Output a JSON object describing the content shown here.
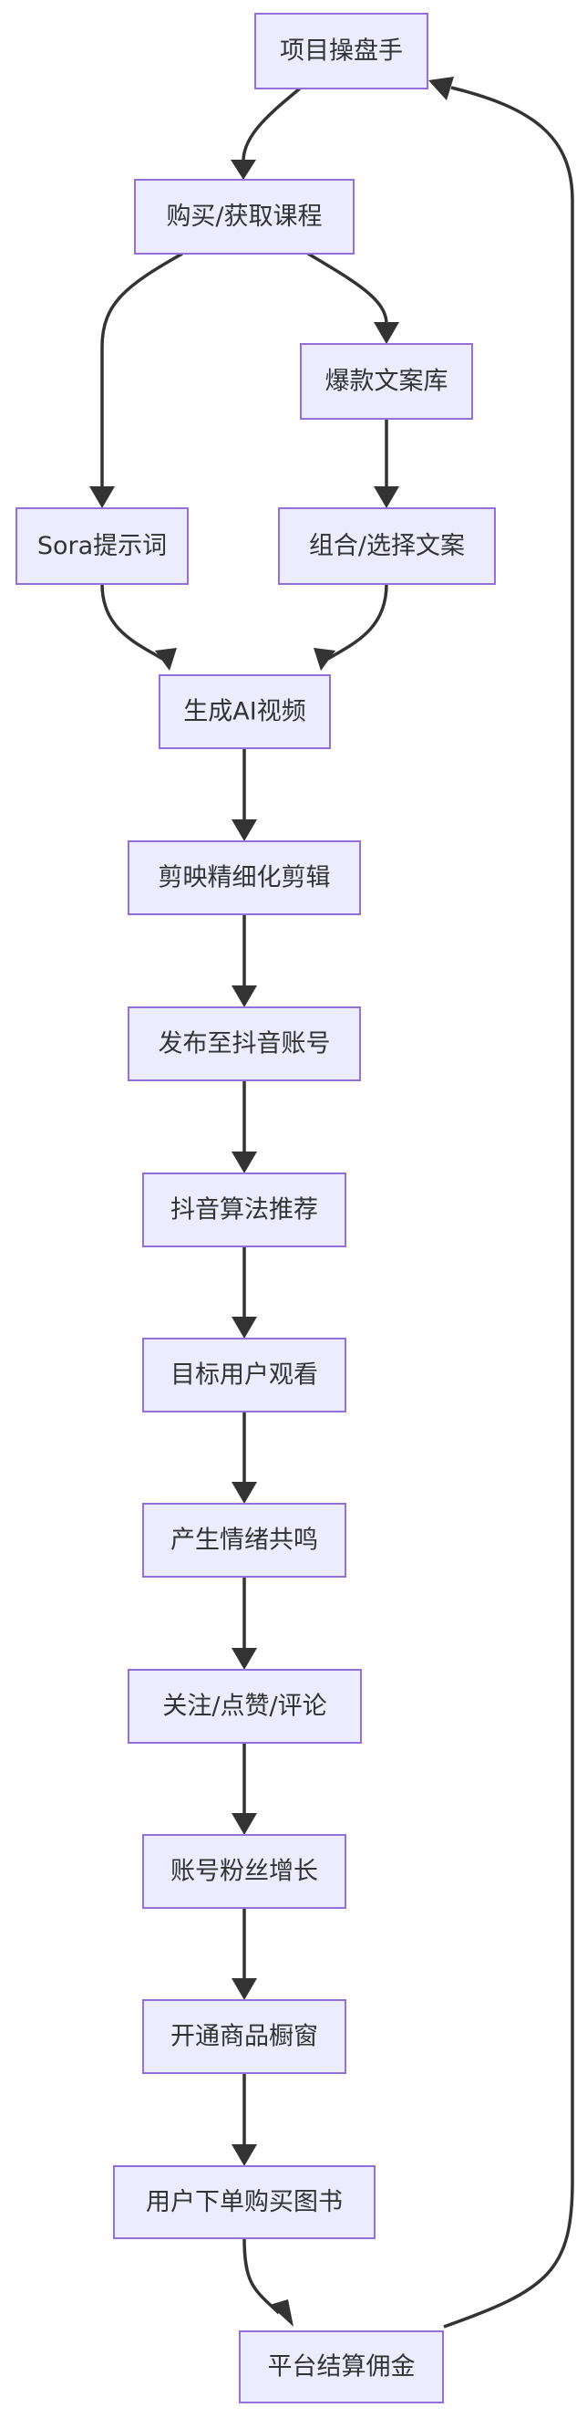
{
  "nodes": {
    "operator": "项目操盘手",
    "buy_course": "购买/获取课程",
    "copy_library": "爆款文案库",
    "sora_prompt": "Sora提示词",
    "combine_copy": "组合/选择文案",
    "generate_video": "生成AI视频",
    "capcut_edit": "剪映精细化剪辑",
    "publish_douyin": "发布至抖音账号",
    "douyin_recommend": "抖音算法推荐",
    "target_watch": "目标用户观看",
    "emotion_resonance": "产生情绪共鸣",
    "follow_like_comment": "关注/点赞/评论",
    "fans_growth": "账号粉丝增长",
    "open_showcase": "开通商品橱窗",
    "user_order": "用户下单购买图书",
    "platform_commission": "平台结算佣金"
  },
  "colors": {
    "node_fill": "#ECECFF",
    "node_stroke": "#9370DB",
    "edge": "#333333",
    "text": "#333333"
  }
}
